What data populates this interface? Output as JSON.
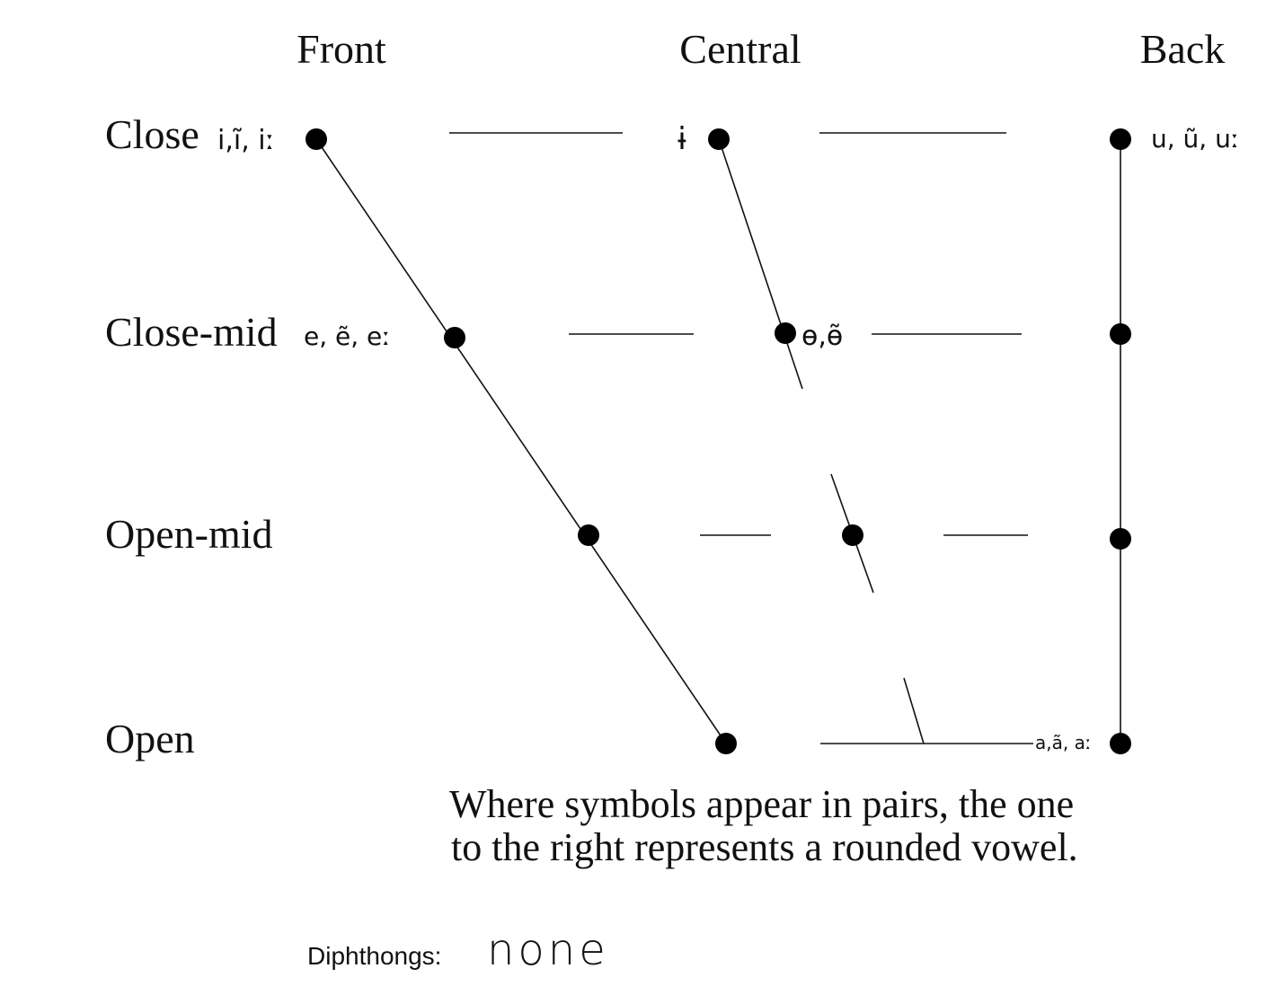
{
  "columns": {
    "front": "Front",
    "central": "Central",
    "back": "Back"
  },
  "rows": {
    "close": "Close",
    "close_mid": "Close-mid",
    "open_mid": "Open-mid",
    "open": "Open"
  },
  "vowels": {
    "close_front": "i,ĩ, iː",
    "close_central": "ɨ",
    "close_back": "u, ũ, uː",
    "close_mid_front": "e, ẽ, eː",
    "close_mid_central": "ɵ,ɵ̃",
    "open_back": "a,ã, aː"
  },
  "note": {
    "line1": "Where symbols appear in pairs, the one",
    "line2": "to the right represents a rounded vowel."
  },
  "diphthongs": {
    "label": "Diphthongs:",
    "value": "none"
  }
}
